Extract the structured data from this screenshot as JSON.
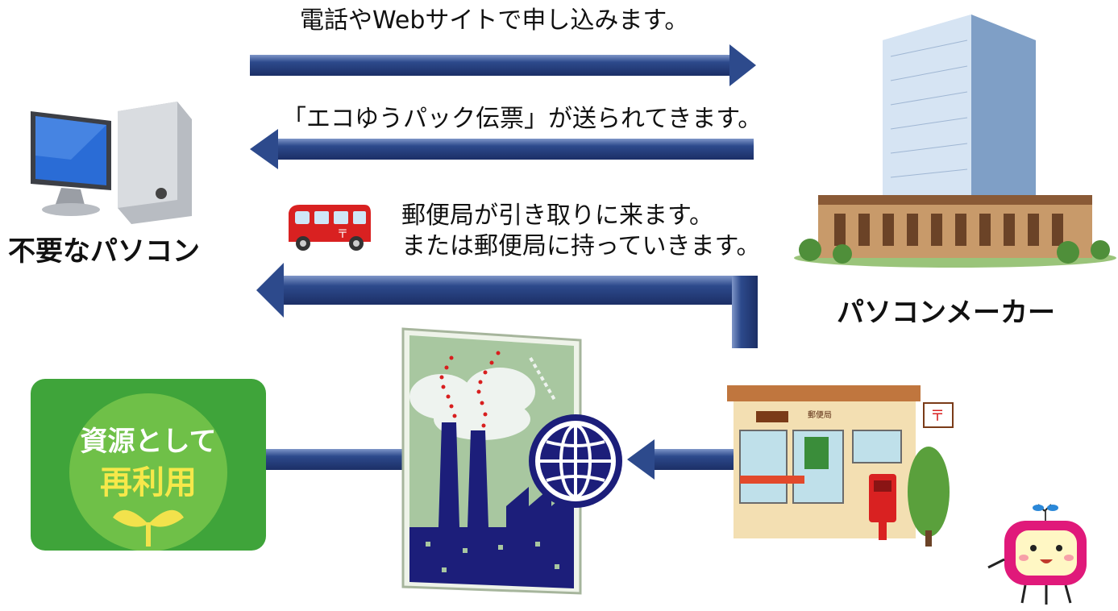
{
  "step1_text": "電話やWebサイトで申し込みます。",
  "step2_text": "「エコゆうパック伝票」が送られてきます。",
  "step3_line1": "郵便局が引き取りに来ます。",
  "step3_line2": "または郵便局に持っていきます。",
  "pc_label": "不要なパソコン",
  "maker_label": "パソコンメーカー",
  "recycle_line1": "資源として",
  "recycle_line2": "再利用",
  "post_office_sign": "郵便局",
  "icons": [
    "desktop-pc-icon",
    "building-icon",
    "mail-van-icon",
    "post-office-icon",
    "factory-icon",
    "globe-icon",
    "mascot-icon",
    "sprout-icon"
  ],
  "colors": {
    "arrow": "#2d4a8c",
    "recycle_green": "#3fa43a",
    "factory": "#1c1e7a",
    "smoke_dots": "#d81e1e"
  }
}
